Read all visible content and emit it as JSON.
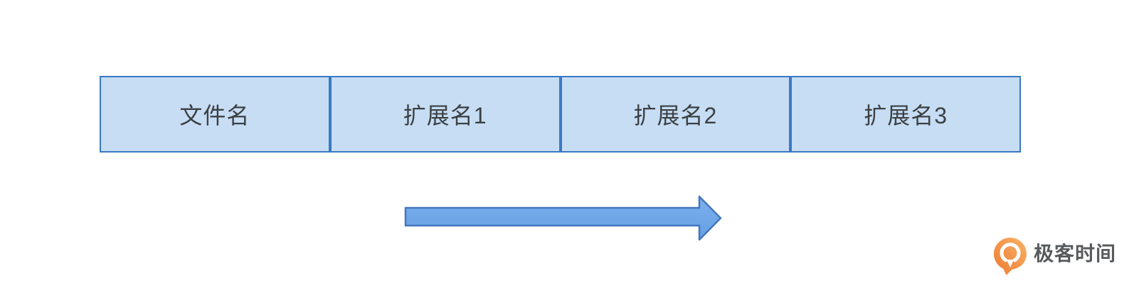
{
  "diagram": {
    "description_hint": "filename structure diagram",
    "cells": [
      {
        "label": "文件名"
      },
      {
        "label": "扩展名1"
      },
      {
        "label": "扩展名2"
      },
      {
        "label": "扩展名3"
      }
    ],
    "arrow": {
      "direction": "right"
    }
  },
  "branding": {
    "logo_text": "极客时间"
  },
  "colors": {
    "cell_fill": "#c6ddf4",
    "cell_border": "#3a79c3",
    "cell_text": "#3c4043",
    "arrow_fill": "#6fa7e8",
    "arrow_border": "#4576be",
    "logo_text": "#585b5d",
    "logo_orange_light": "#f9b168",
    "logo_orange_dark": "#ec7c31"
  }
}
